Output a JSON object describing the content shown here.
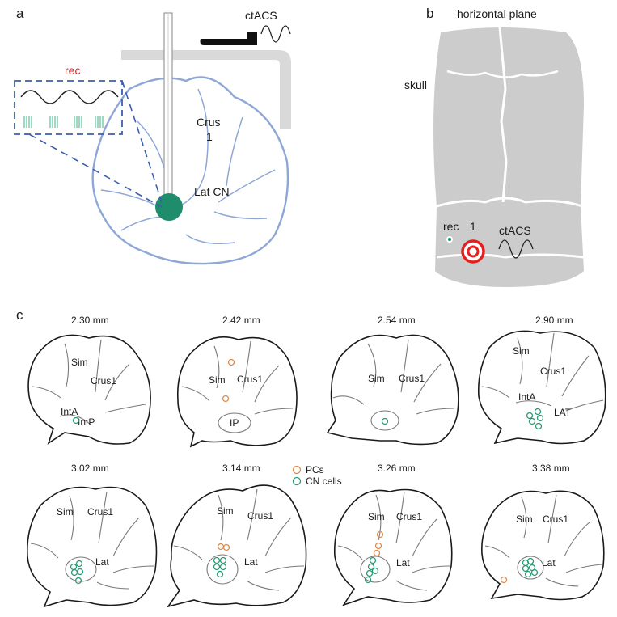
{
  "panel_a": {
    "letter": "a",
    "ctacs": "ctACS",
    "rec": "rec",
    "crus_line1": "Crus",
    "crus_line2": "1",
    "latcn": "Lat CN"
  },
  "panel_b": {
    "letter": "b",
    "title": "horizontal plane",
    "skull": "skull",
    "rec": "rec",
    "site": "1",
    "ctacs": "ctACS"
  },
  "panel_c": {
    "letter": "c",
    "legend": {
      "pcs": "PCs",
      "cn": "CN cells"
    },
    "slices": [
      {
        "depth": "2.30 mm",
        "labels": [
          "Sim",
          "Crus1",
          "IntA",
          "IntP"
        ]
      },
      {
        "depth": "2.42 mm",
        "labels": [
          "Sim",
          "Crus1",
          "IP"
        ]
      },
      {
        "depth": "2.54 mm",
        "labels": [
          "Sim",
          "Crus1"
        ]
      },
      {
        "depth": "2.90 mm",
        "labels": [
          "Sim",
          "Crus1",
          "IntA",
          "LAT"
        ]
      },
      {
        "depth": "3.02 mm",
        "labels": [
          "Sim",
          "Crus1",
          "Lat"
        ]
      },
      {
        "depth": "3.14 mm",
        "labels": [
          "Sim",
          "Crus1",
          "Lat"
        ]
      },
      {
        "depth": "3.26 mm",
        "labels": [
          "Sim",
          "Crus1",
          "Lat"
        ]
      },
      {
        "depth": "3.38 mm",
        "labels": [
          "Sim",
          "Crus1",
          "Lat"
        ]
      }
    ]
  },
  "colors": {
    "cerebellum": "#8ea7d6",
    "nucleus": "#1f8c6c",
    "rec_label": "#e02020",
    "rec_box": "#3b5fae",
    "pcs": "#e08a4a",
    "cn_cells": "#2a9a72",
    "skull": "#cfcfcf",
    "electrode": "#e61e1e"
  }
}
